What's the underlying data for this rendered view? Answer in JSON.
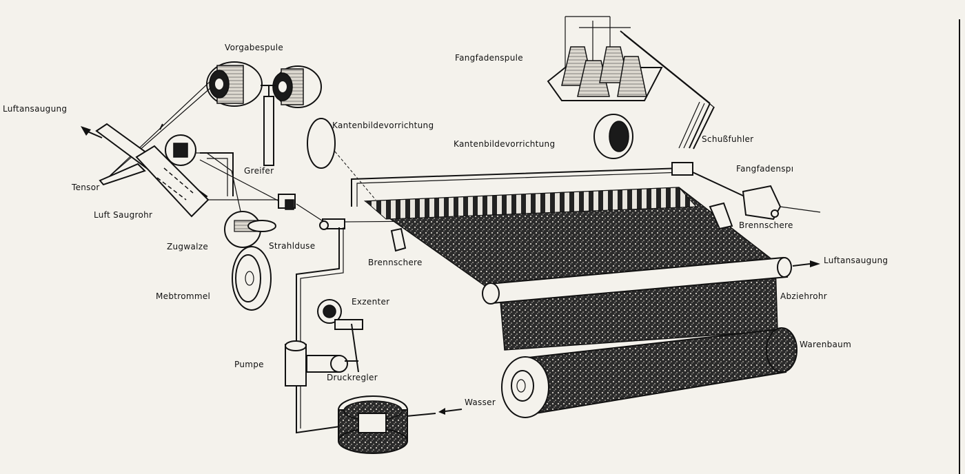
{
  "labels": {
    "vorgabespule": "Vorgabespule",
    "luftansaugung_left": "Luftansaugung",
    "tensor": "Tensor",
    "luft_saugrohr": "Luft Saugrohr",
    "greifer": "Greifer",
    "kantenbild_1": "Kantenbildevorrichtung",
    "fangfadenspule": "Fangfadenspule",
    "kantenbild_2": "Kantenbildevorrichtung",
    "schussfuhler": "Schußfuhler",
    "fangfadenspi": "Fangfadenspı",
    "brennschere_right": "Brennschere",
    "zugwalze": "Zugwalze",
    "strahlduse": "Strahlduse",
    "brennschere_left": "Brennschere",
    "luftansaugung_right": "Luftansaugung",
    "mebtrommel": "Mebtrommel",
    "exzenter": "Exzenter",
    "abziehrohr": "Abziehrohr",
    "warenbaum": "Warenbaum",
    "pumpe": "Pumpe",
    "druckregler": "Druckregler",
    "wasser": "Wasser"
  }
}
